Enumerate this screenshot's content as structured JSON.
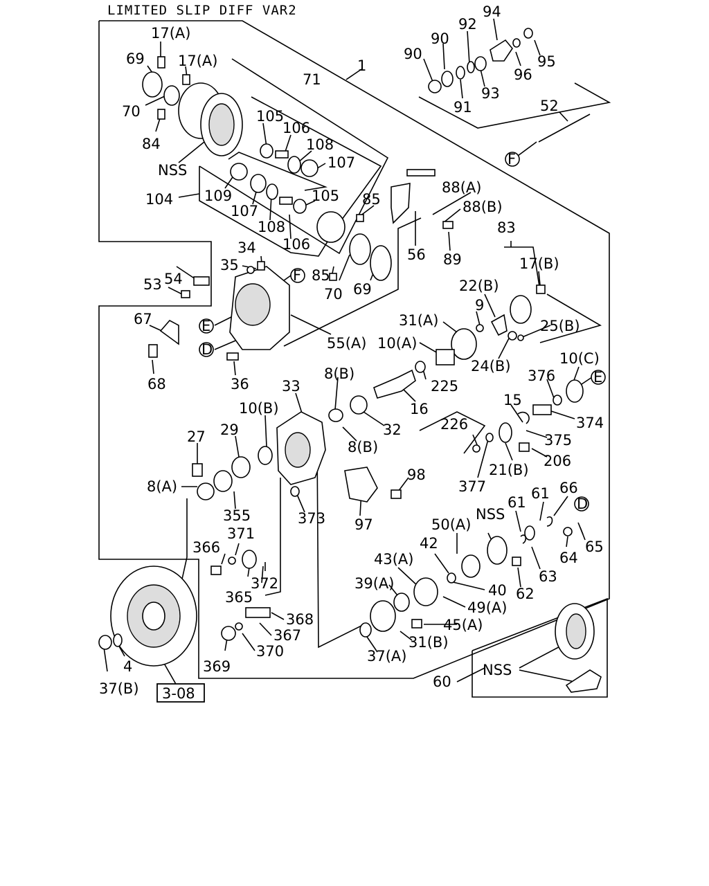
{
  "title": "LIMITED SLIP DIFF VAR2",
  "page_ref": "3-08",
  "labels": {
    "l1": "1",
    "l17a1": "17(A)",
    "l17a2": "17(A)",
    "l69a": "69",
    "l70a": "70",
    "l71": "71",
    "l84": "84",
    "lnss1": "NSS",
    "l105a": "105",
    "l106a": "106",
    "l108a": "108",
    "l107a": "107",
    "l104": "104",
    "l109": "109",
    "l107b": "107",
    "l108b": "108",
    "l105b": "105",
    "l106b": "106",
    "l85a": "85",
    "l85b": "85",
    "l70b": "70",
    "l69b": "69",
    "l56": "56",
    "l88a": "88(A)",
    "l88b": "88(B)",
    "l89": "89",
    "l34": "34",
    "l35": "35",
    "l54": "54",
    "l53": "53",
    "lF1": "F",
    "lE1": "E",
    "lD1": "D",
    "l67": "67",
    "l68": "68",
    "l55a": "55(A)",
    "l36": "36",
    "l90a": "90",
    "l90b": "90",
    "l92": "92",
    "l94": "94",
    "l95": "95",
    "l96": "96",
    "l93": "93",
    "l91": "91",
    "l52": "52",
    "lF2": "F",
    "l83": "83",
    "l17b": "17(B)",
    "l22b": "22(B)",
    "l9": "9",
    "l31a": "31(A)",
    "l25b": "25(B)",
    "l10a": "10(A)",
    "l24b": "24(B)",
    "l10c": "10(C)",
    "lE2": "E",
    "l376": "376",
    "l374": "374",
    "l225": "225",
    "l16": "16",
    "l8b1": "8(B)",
    "l32": "32",
    "l8b2": "8(B)",
    "l15": "15",
    "l226": "226",
    "l375": "375",
    "l206": "206",
    "l21b": "21(B)",
    "l377": "377",
    "l33": "33",
    "l10b": "10(B)",
    "l29": "29",
    "l27": "27",
    "l8a": "8(A)",
    "l355": "355",
    "l98": "98",
    "l373": "373",
    "l97": "97",
    "l66": "66",
    "lD2": "D",
    "l61a": "61",
    "l61b": "61",
    "l65": "65",
    "l64": "64",
    "l63": "63",
    "l62": "62",
    "lnss2": "NSS",
    "l50a": "50(A)",
    "l42": "42",
    "l43a": "43(A)",
    "l40": "40",
    "l49a": "49(A)",
    "l39a": "39(A)",
    "l45a": "45(A)",
    "l31b": "31(B)",
    "l37a": "37(A)",
    "l366": "366",
    "l371": "371",
    "l365": "365",
    "l372": "372",
    "l368": "368",
    "l367": "367",
    "l370": "370",
    "l369": "369",
    "l4": "4",
    "l37b": "37(B)",
    "l60": "60",
    "lnss3": "NSS"
  }
}
